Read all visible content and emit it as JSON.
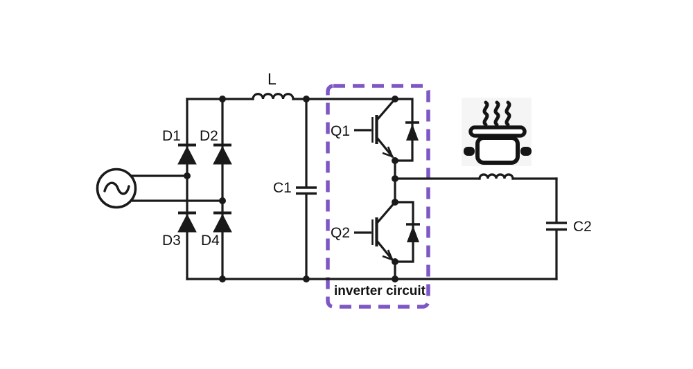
{
  "diagram": {
    "kind": "induction-heating-circuit-schematic",
    "background_color": "#ffffff"
  },
  "labels": {
    "filter_inductor": "L",
    "diode_d1": "D1",
    "diode_d2": "D2",
    "diode_d3": "D3",
    "diode_d4": "D4",
    "capacitor_c1": "C1",
    "transistor_q1": "Q1",
    "transistor_q2": "Q2",
    "capacitor_c2": "C2"
  },
  "inverter_box": {
    "label": "inverter circuit",
    "border_color": "#7e57c5",
    "border_style": "dashed"
  },
  "colors": {
    "wire": "#1a1a1a",
    "label_text": "#111111",
    "inverter_box": "#7e57c5",
    "pot_icon_bg": "#f5f5f5"
  }
}
